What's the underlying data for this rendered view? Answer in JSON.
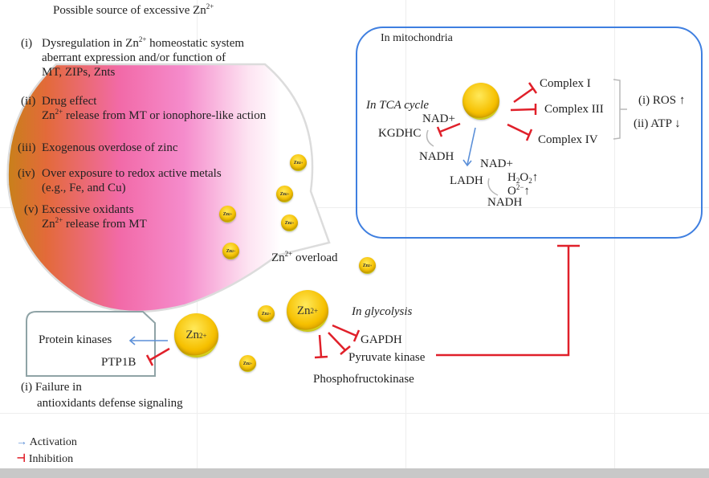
{
  "title": "Possible source of excessive Zn",
  "title_sup": "2+",
  "sources": [
    {
      "num": "(i)",
      "lines": [
        "Dysregulation in Zn|2+| homeostatic system",
        "aberrant expression and/or function of",
        "MT, ZIPs, Znts"
      ]
    },
    {
      "num": "(ii)",
      "lines": [
        "Drug effect",
        "Zn|2+| release from MT or ionophore-like action"
      ]
    },
    {
      "num": "(iii)",
      "lines": [
        "Exogenous overdose of zinc"
      ]
    },
    {
      "num": "(iv)",
      "lines": [
        "Over exposure to redox active metals",
        "(e.g., Fe, and Cu)"
      ]
    },
    {
      "num": "(v)",
      "lines": [
        "Excessive oxidants",
        "Zn|2+| release from MT"
      ]
    }
  ],
  "overload_label": {
    "base": "Zn",
    "sup": "2+",
    "rest": " overload"
  },
  "zn_ion": {
    "base": "Zn",
    "sup": "2+"
  },
  "mitochondria": {
    "title": "In mitochondria",
    "tca_label": "In TCA cycle",
    "nad1": "NAD+",
    "kgdhc": "KGDHC",
    "nadh1": "NADH",
    "nad2": "NAD+",
    "ladh": "LADH",
    "nadh2": "NADH",
    "h2o2": {
      "a": "H",
      "s1": "2",
      "b": "O",
      "s2": "2",
      "arrow": "↑"
    },
    "o2": {
      "a": "O",
      "sup": "2−",
      "arrow": "↑"
    },
    "complexes": [
      "Complex I",
      "Complex III",
      "Complex IV"
    ],
    "effects": [
      "(i) ROS ↑",
      "(ii) ATP ↓"
    ]
  },
  "glycolysis": {
    "title": "In glycolysis",
    "enzymes": [
      "GAPDH",
      "Pyruvate kinase",
      "Phosphofructokinase"
    ]
  },
  "signaling": {
    "protein_kinases": "Protein kinases",
    "ptp1b": "PTP1B",
    "failure": [
      "(i) Failure in",
      "antioxidants defense signaling"
    ]
  },
  "legend": {
    "activation": "Activation",
    "inhibition": "Inhibition",
    "activation_color": "#5b8fd8",
    "inhibition_color": "#e0202a"
  },
  "colors": {
    "mito_border": "#3f7fe0",
    "inhibition": "#e0202a",
    "activation": "#5b8fd8",
    "bubble_orange": "#d8801a",
    "bubble_pink": "#f07ac8"
  }
}
